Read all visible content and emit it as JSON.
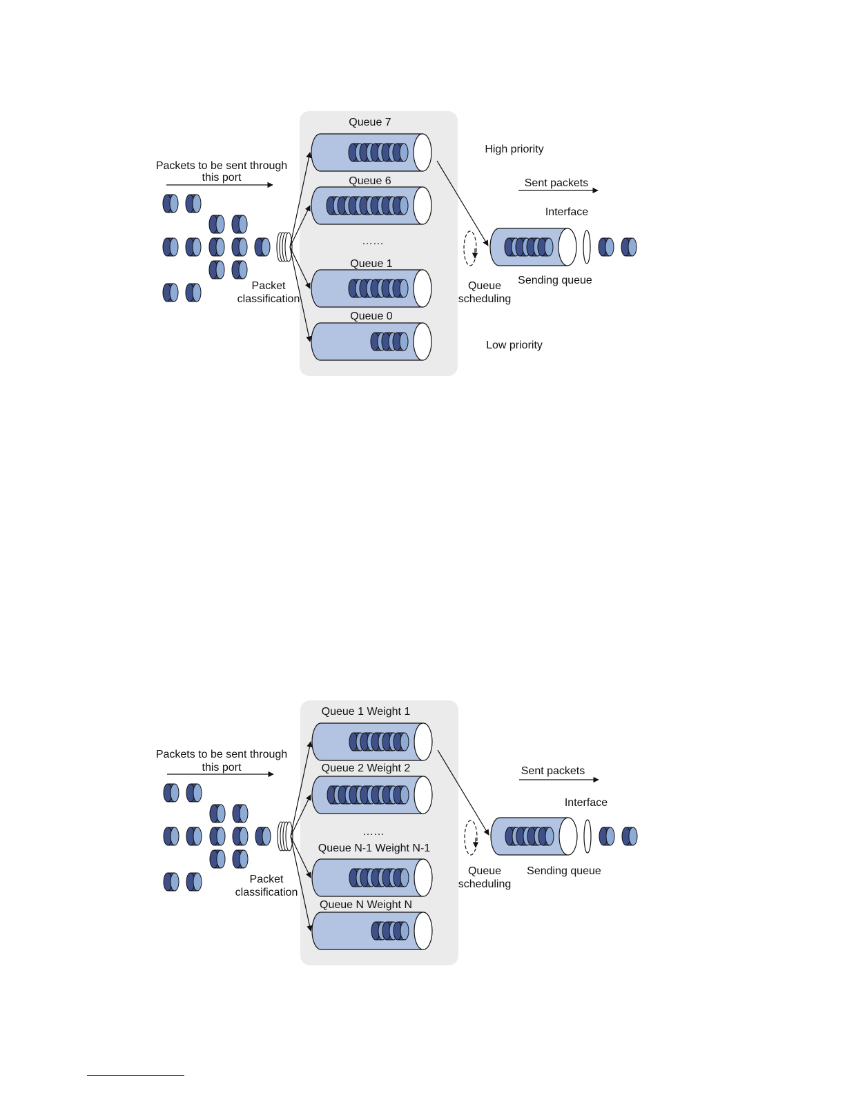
{
  "colors": {
    "panel": "#ebebeb",
    "tube": "#b3c3e2",
    "packet_dark": "#3f4f88",
    "packet_light": "#8eabd6",
    "outline": "#111111"
  },
  "diagrams": [
    {
      "packets_label_line1": "Packets to be sent through",
      "packets_label_line2": "this port",
      "classification_line1": "Packet",
      "classification_line2": "classification",
      "queues": [
        {
          "label": "Queue 7",
          "packets": 5
        },
        {
          "label": "Queue 6",
          "packets": 7
        },
        {
          "label": "Queue 1",
          "packets": 5
        },
        {
          "label": "Queue 0",
          "packets": 3
        }
      ],
      "ellipsis": "……",
      "high_priority": "High priority",
      "low_priority": "Low priority",
      "sent_packets": "Sent packets",
      "interface": "Interface",
      "scheduling_line1": "Queue",
      "scheduling_line2": "scheduling",
      "sending_queue": "Sending queue"
    },
    {
      "packets_label_line1": "Packets to be sent through",
      "packets_label_line2": "this port",
      "classification_line1": "Packet",
      "classification_line2": "classification",
      "queues": [
        {
          "label": "Queue 1 Weight 1",
          "packets": 5
        },
        {
          "label": "Queue 2 Weight 2",
          "packets": 7
        },
        {
          "label": "Queue N-1 Weight N-1",
          "packets": 5
        },
        {
          "label": "Queue N Weight N",
          "packets": 3
        }
      ],
      "ellipsis": "……",
      "sent_packets": "Sent packets",
      "interface": "Interface",
      "scheduling_line1": "Queue",
      "scheduling_line2": "scheduling",
      "sending_queue": "Sending queue"
    }
  ]
}
